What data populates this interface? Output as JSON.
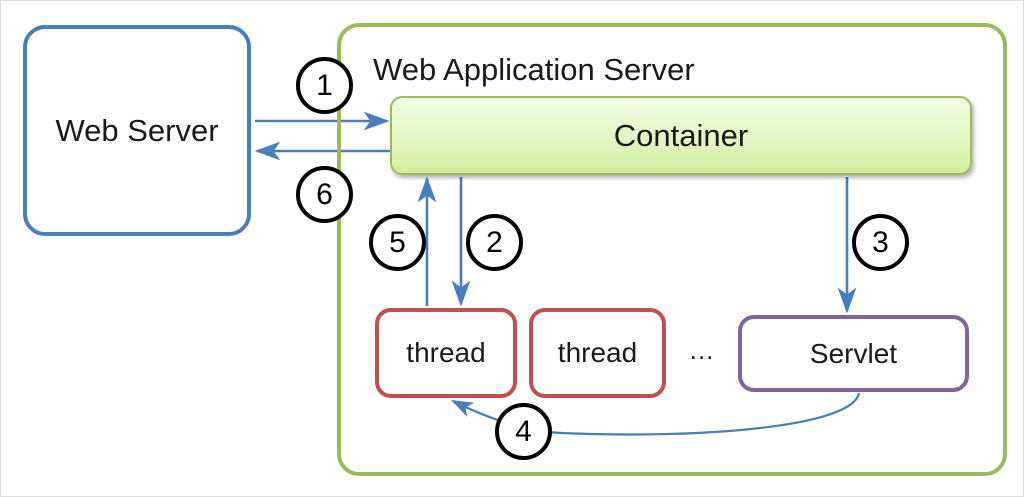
{
  "diagram": {
    "title": "Web Application Server request flow",
    "colors": {
      "web_server_border": "#4a7EBB",
      "was_frame_border": "#9BBB59",
      "container_fill": "#dcf2b0",
      "thread_border": "#C0504D",
      "servlet_border": "#8064A2",
      "arrow": "#4a7EBB",
      "step_circle": "#000000",
      "outer_border": "#dcdcdc"
    },
    "nodes": {
      "web_server": {
        "label": "Web Server"
      },
      "was_frame": {
        "label": "Web Application Server"
      },
      "container": {
        "label": "Container"
      },
      "thread_1": {
        "label": "thread"
      },
      "thread_2": {
        "label": "thread"
      },
      "more_threads": {
        "label": "…"
      },
      "servlet": {
        "label": "Servlet"
      }
    },
    "steps": [
      {
        "id": "1",
        "label": "1",
        "from": "web_server",
        "to": "container"
      },
      {
        "id": "2",
        "label": "2",
        "from": "container",
        "to": "thread_1"
      },
      {
        "id": "3",
        "label": "3",
        "from": "container",
        "to": "servlet"
      },
      {
        "id": "4",
        "label": "4",
        "from": "servlet",
        "to": "thread_1"
      },
      {
        "id": "5",
        "label": "5",
        "from": "thread_1",
        "to": "container"
      },
      {
        "id": "6",
        "label": "6",
        "from": "container",
        "to": "web_server"
      }
    ]
  }
}
